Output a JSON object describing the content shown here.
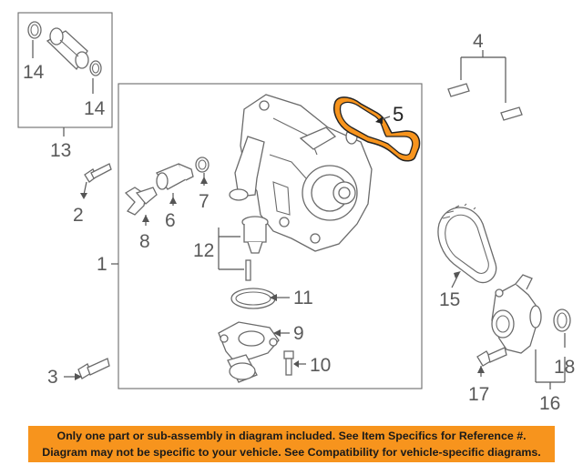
{
  "callouts": {
    "c1": "1",
    "c2": "2",
    "c3": "3",
    "c4": "4",
    "c5": "5",
    "c6": "6",
    "c7": "7",
    "c8": "8",
    "c9": "9",
    "c10": "10",
    "c11": "11",
    "c12": "12",
    "c13": "13",
    "c14a": "14",
    "c14b": "14",
    "c15": "15",
    "c16": "16",
    "c17": "17",
    "c18": "18"
  },
  "highlight_color": "#f7941d",
  "notice": {
    "line1": "Only one part or sub-assembly in diagram included. See Item Specifics for Reference #.",
    "line2": "Diagram may not be specific to your vehicle. See Compatibility for vehicle-specific diagrams."
  }
}
